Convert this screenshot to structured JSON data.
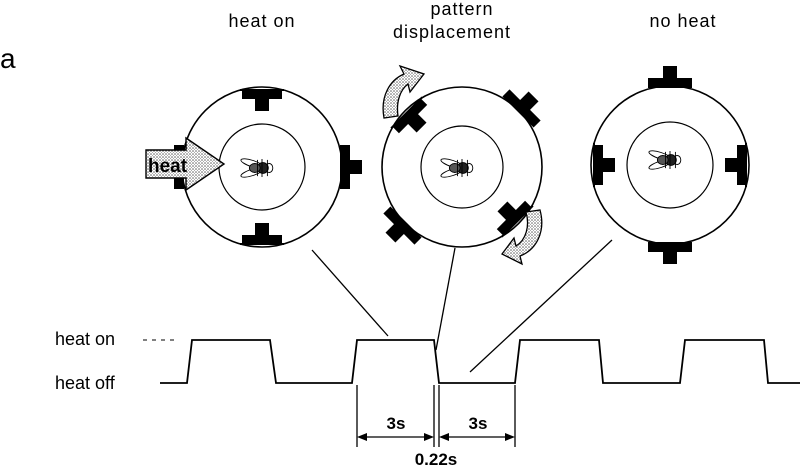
{
  "panel_label": "a",
  "condition_labels": {
    "heat_on": "heat on",
    "pattern_line1": "pattern",
    "pattern_line2": "displacement",
    "no_heat": "no heat"
  },
  "arena_heat_label": "heat",
  "trace_labels": {
    "heat_on": "heat on",
    "heat_off": "heat off"
  },
  "durations": {
    "heat_period": "3s",
    "no_heat_period": "3s",
    "pattern_jump": "0.22s"
  },
  "colors": {
    "ink": "#000000",
    "background": "#ffffff",
    "stipple": "#b8b8b8"
  }
}
